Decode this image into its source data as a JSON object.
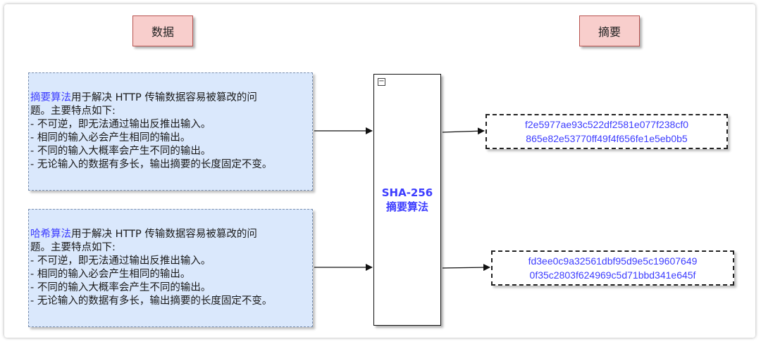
{
  "labels": {
    "data": "数据",
    "digest": "摘要"
  },
  "box1": {
    "keyword": "摘要算法",
    "line1_rest": "用于解决 HTTP 传输数据容易被篡改的问",
    "line2": "题。主要特点如下:",
    "line3": "- 不可逆，即无法通过输出反推出输入。",
    "line4": "- 相同的输入必会产生相同的输出。",
    "line5": "- 不同的输入大概率会产生不同的输出。",
    "line6": "- 无论输入的数据有多长，输出摘要的长度固定不变。"
  },
  "box2": {
    "keyword": "哈希算法",
    "line1_rest": "用于解决 HTTP 传输数据容易被篡改的问",
    "line2": "题。主要特点如下:",
    "line3": "- 不可逆，即无法通过输出反推出输入。",
    "line4": "- 相同的输入必会产生相同的输出。",
    "line5": "- 不同的输入大概率会产生不同的输出。",
    "line6": "- 无论输入的数据有多长，输出摘要的长度固定不变。"
  },
  "algorithm": {
    "line1": "SHA-256",
    "line2": "摘要算法",
    "collapse_symbol": "−"
  },
  "hash1": {
    "line1": "f2e5977ae93c522df2581e077f238cf0",
    "line2": "865e82e53770ff49f4f656fe1e5eb0b5"
  },
  "hash2": {
    "line1": "fd3ee0c9a32561dbf95d9e5c19607649",
    "line2": "0f35c2803f624969c5d71bbd341e645f"
  },
  "colors": {
    "label_fill": "#f8cecc",
    "label_border": "#b85450",
    "text_box_fill": "#dae8fc",
    "accent_text": "#3c3cff"
  }
}
